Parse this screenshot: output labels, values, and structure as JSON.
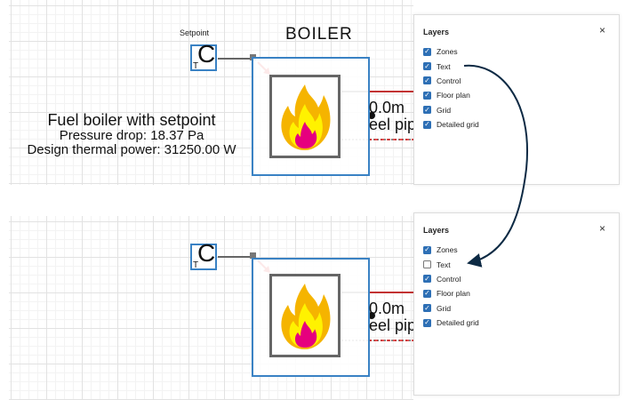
{
  "top": {
    "setpoint_label": "Setpoint",
    "boiler_title": "BOILER",
    "annotation": {
      "title": "Fuel boiler with setpoint",
      "line2": "Pressure drop: 18.37 Pa",
      "line3": "Design thermal power: 31250.00 W"
    }
  },
  "block": {
    "setpoint_letter": "C",
    "setpoint_sub": "T",
    "pipe_text_1": "0.0m",
    "pipe_text_2": "eel pip"
  },
  "layers_panel_top": {
    "title": "Layers",
    "close": "×",
    "items": [
      {
        "label": "Zones",
        "checked": true
      },
      {
        "label": "Text",
        "checked": true
      },
      {
        "label": "Control",
        "checked": true
      },
      {
        "label": "Floor plan",
        "checked": true
      },
      {
        "label": "Grid",
        "checked": true
      },
      {
        "label": "Detailed grid",
        "checked": true
      }
    ]
  },
  "layers_panel_bottom": {
    "title": "Layers",
    "close": "×",
    "items": [
      {
        "label": "Zones",
        "checked": true
      },
      {
        "label": "Text",
        "checked": false
      },
      {
        "label": "Control",
        "checked": true
      },
      {
        "label": "Floor plan",
        "checked": true
      },
      {
        "label": "Grid",
        "checked": true
      },
      {
        "label": "Detailed grid",
        "checked": true
      }
    ]
  },
  "colors": {
    "accent_blue": "#2d6fb5",
    "block_border": "#3a82c4",
    "supply_line": "#e02020",
    "return_line": "#e02020",
    "connector_gray": "#666666",
    "callout_arrow": "#0d2a44"
  },
  "icons": {
    "flame": "flame-icon",
    "connector": "arrow-connector-icon",
    "close": "close-icon",
    "check": "checkmark-icon"
  }
}
